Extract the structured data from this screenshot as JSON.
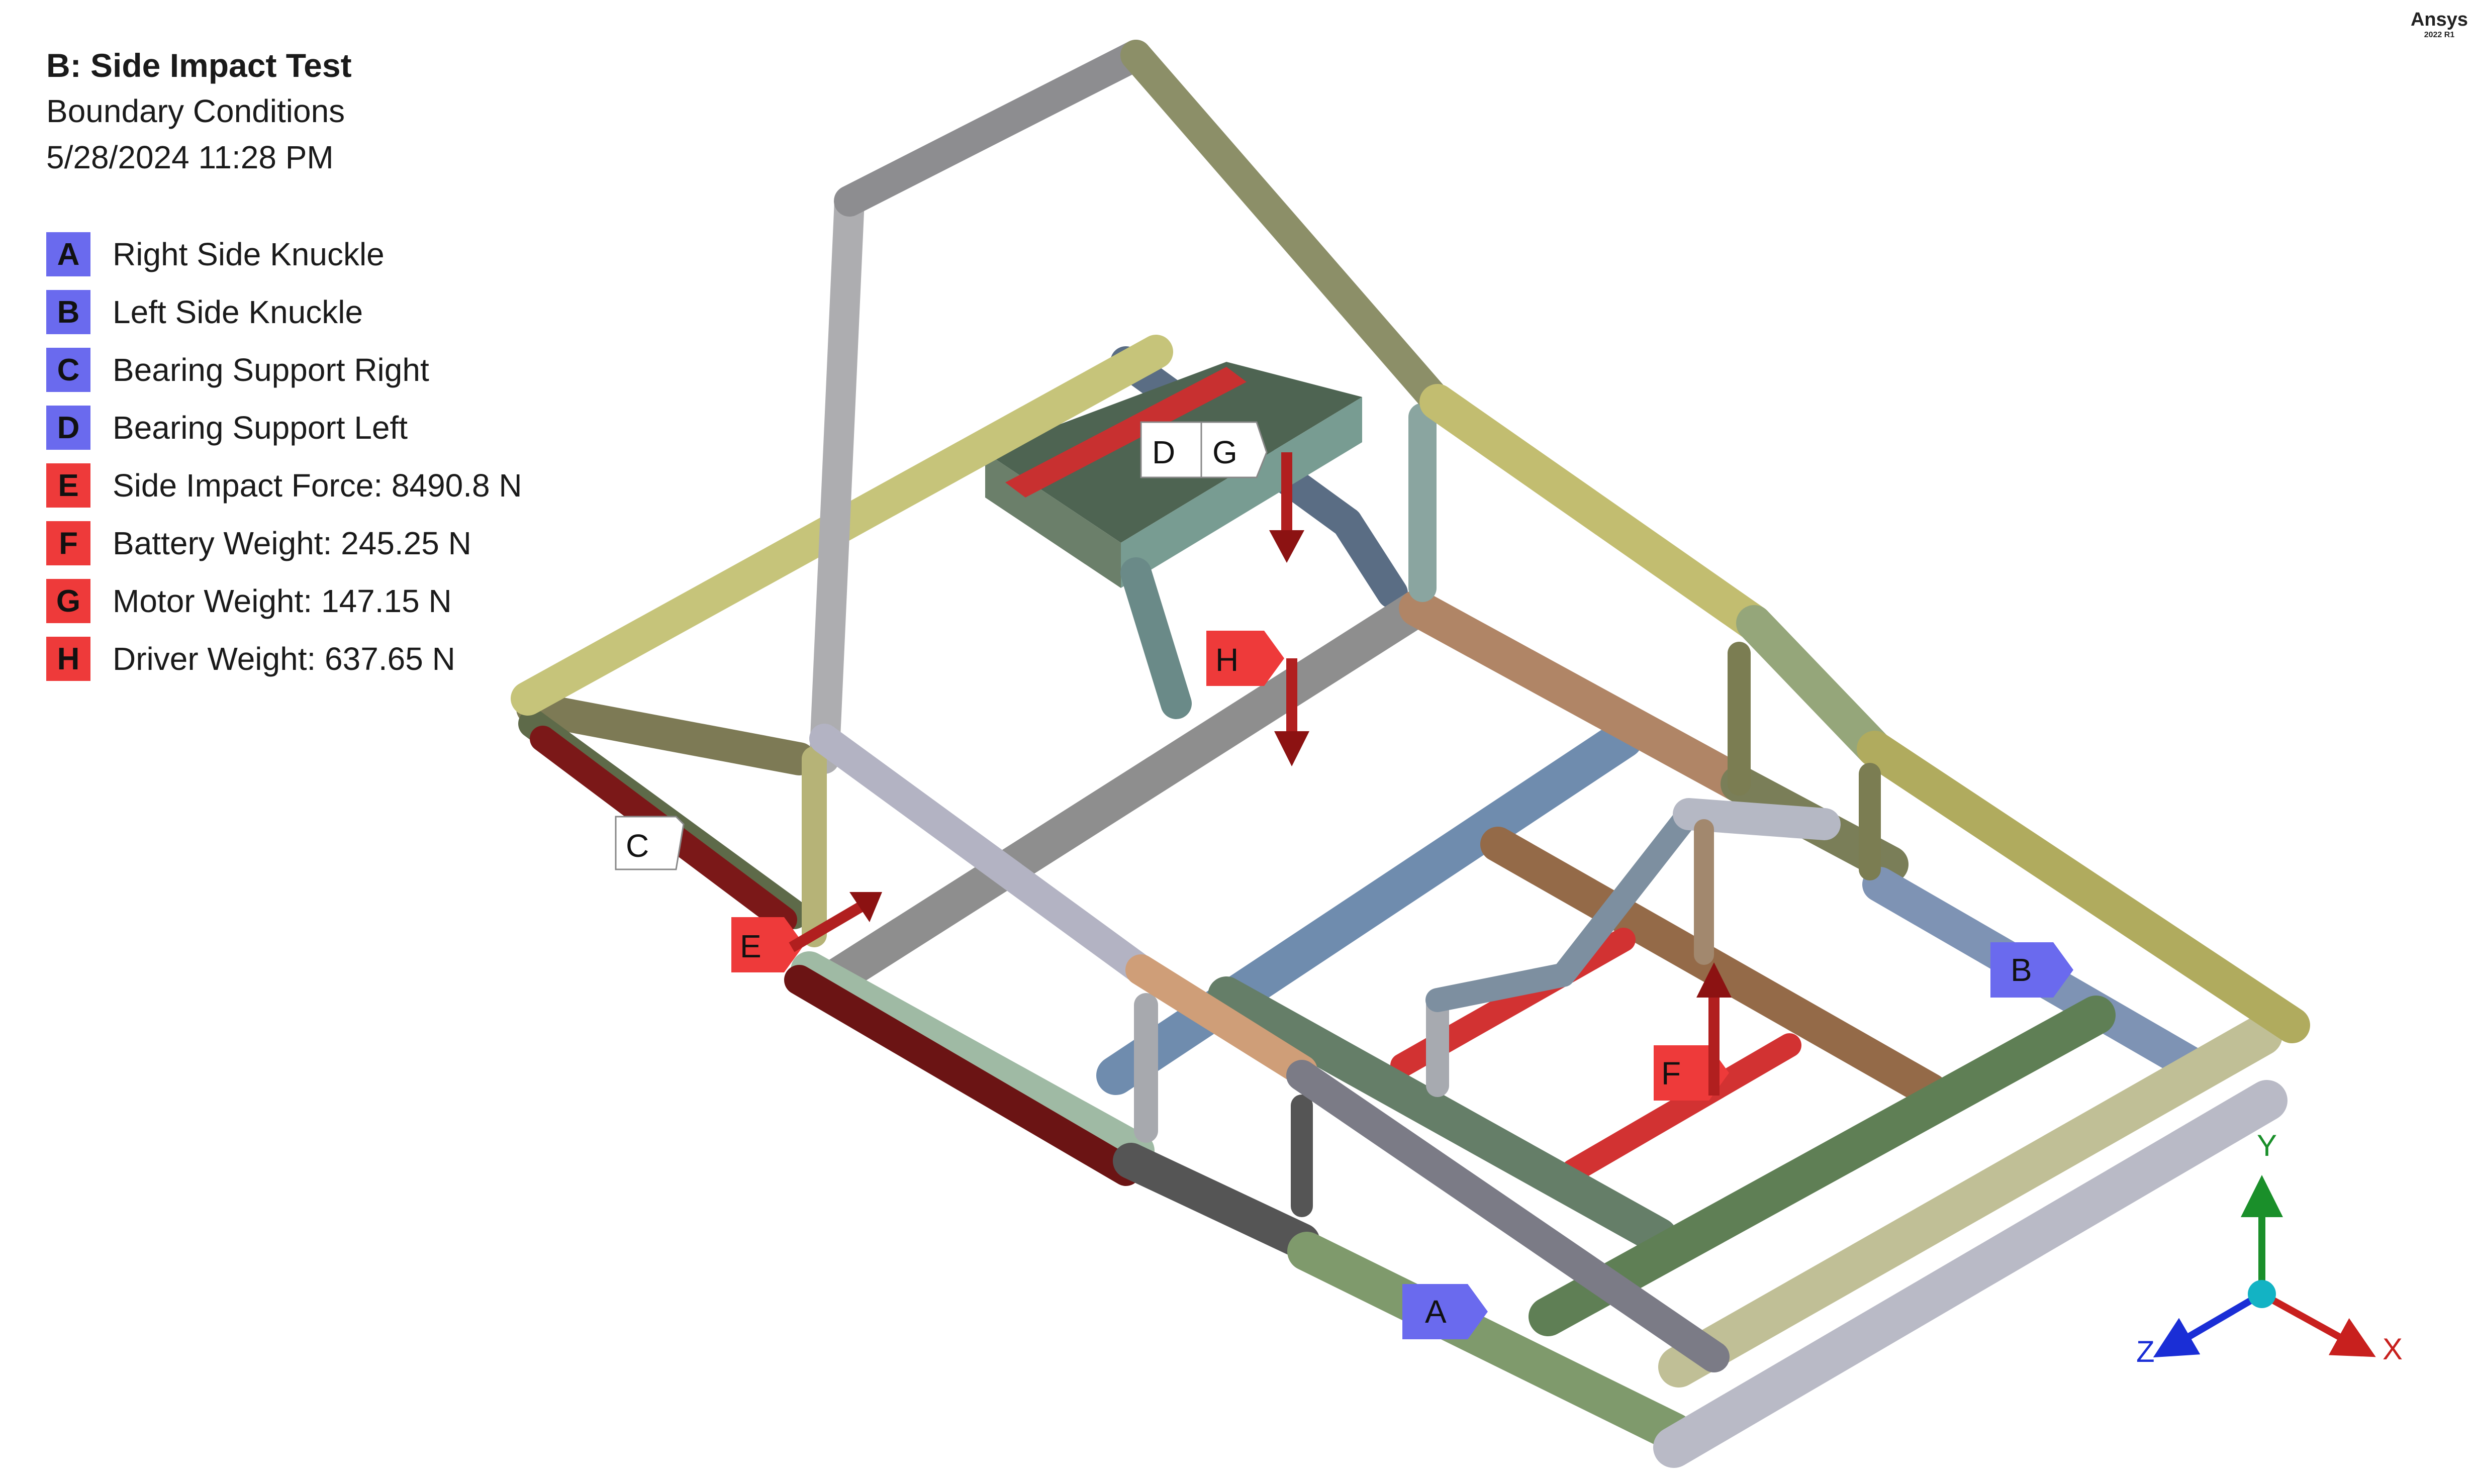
{
  "header": {
    "title": "B: Side  Impact Test",
    "subtitle": "Boundary Conditions",
    "timestamp": "5/28/2024 11:28 PM"
  },
  "legend": [
    {
      "key": "A",
      "label": "Right Side Knuckle",
      "color": "#6a6aee"
    },
    {
      "key": "B",
      "label": "Left Side Knuckle",
      "color": "#6a6aee"
    },
    {
      "key": "C",
      "label": "Bearing Support Right",
      "color": "#6a6aee"
    },
    {
      "key": "D",
      "label": "Bearing Support Left",
      "color": "#6a6aee"
    },
    {
      "key": "E",
      "label": "Side Impact Force: 8490.8 N",
      "color": "#ee3a3a"
    },
    {
      "key": "F",
      "label": "Battery Weight: 245.25 N",
      "color": "#ee3a3a"
    },
    {
      "key": "G",
      "label": "Motor Weight: 147.15 N",
      "color": "#ee3a3a"
    },
    {
      "key": "H",
      "label": "Driver Weight: 637.65 N",
      "color": "#ee3a3a"
    }
  ],
  "tags": {
    "A": "A",
    "B": "B",
    "C": "C",
    "D": "D",
    "E": "E",
    "F": "F",
    "G": "G",
    "H": "H"
  },
  "triad": {
    "x": "X",
    "y": "Y",
    "z": "Z"
  },
  "branding": {
    "name": "Ansys",
    "version": "2022 R1"
  }
}
